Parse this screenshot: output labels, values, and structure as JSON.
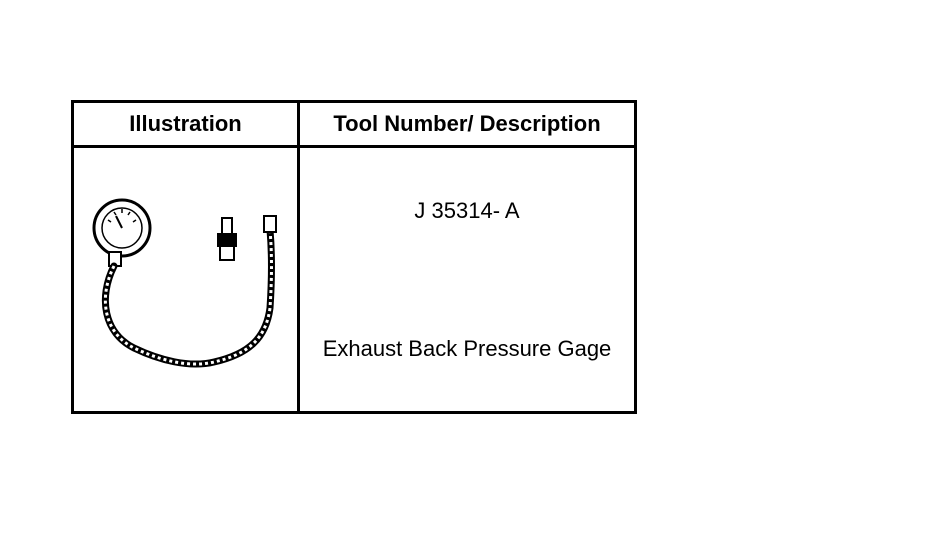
{
  "table": {
    "headers": {
      "illustration": "Illustration",
      "tool": "Tool Number/ Description"
    },
    "rows": [
      {
        "illustration_icon": "pressure-gauge-with-hose-and-adapter-icon",
        "tool_number": "J 35314- A",
        "description": "Exhaust Back Pressure Gage"
      }
    ]
  }
}
